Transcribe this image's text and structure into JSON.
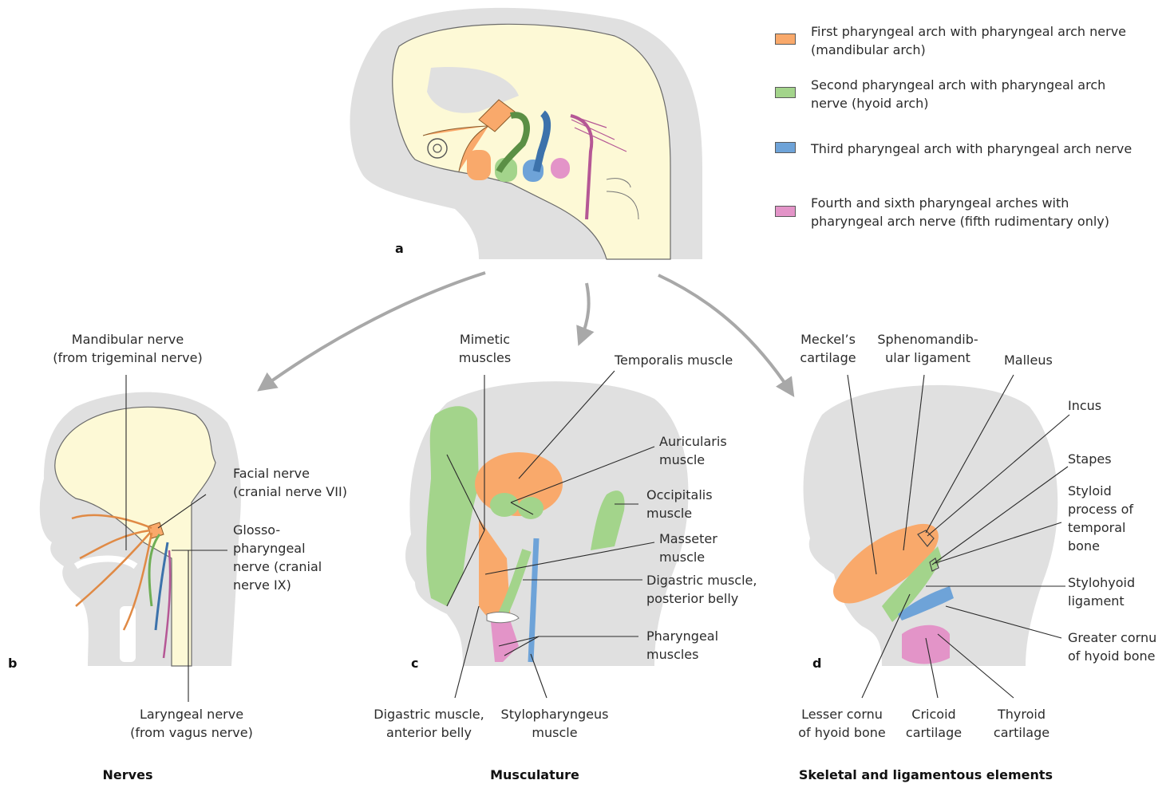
{
  "colors": {
    "first_arch": "#f9a96b",
    "second_arch": "#a3d48b",
    "third_arch": "#6ea3d8",
    "fourth_sixth_arch": "#e394c8",
    "brain": "#fdf9d6",
    "head": "#e0e0e0",
    "arrow": "#a8a8a8",
    "leader": "#2a2a2a"
  },
  "legend": [
    {
      "color": "#f9a96b",
      "text": "First pharyngeal arch with pharyngeal arch nerve\n(mandibular arch)"
    },
    {
      "color": "#a3d48b",
      "text": "Second pharyngeal arch with pharyngeal arch\nnerve (hyoid arch)"
    },
    {
      "color": "#6ea3d8",
      "text": "Third pharyngeal arch with pharyngeal arch nerve"
    },
    {
      "color": "#e394c8",
      "text": "Fourth and sixth pharyngeal arches with\npharyngeal arch nerve (fifth rudimentary only)"
    }
  ],
  "panels": {
    "a": "a",
    "b": "b",
    "c": "c",
    "d": "d"
  },
  "sections": {
    "nerves": "Nerves",
    "musculature": "Musculature",
    "skeletal": "Skeletal and ligamentous elements"
  },
  "labels_b": {
    "mandibular": "Mandibular nerve\n(from trigeminal nerve)",
    "facial": "Facial nerve\n(cranial nerve VII)",
    "glosso": "Glosso-\npharyngeal\nnerve (cranial\nnerve IX)",
    "laryngeal": "Laryngeal nerve\n(from vagus nerve)"
  },
  "labels_c": {
    "mimetic": "Mimetic\nmuscles",
    "temporalis": "Temporalis muscle",
    "auricularis": "Auricularis\nmuscle",
    "occipitalis": "Occipitalis\nmuscle",
    "masseter": "Masseter\nmuscle",
    "digastric_post": "Digastric muscle,\nposterior belly",
    "pharyngeal": "Pharyngeal\nmuscles",
    "digastric_ant": "Digastric muscle,\nanterior belly",
    "stylopharyngeus": "Stylopharyngeus\nmuscle"
  },
  "labels_d": {
    "meckel": "Meckel’s\ncartilage",
    "spheno": "Sphenomandib-\nular ligament",
    "malleus": "Malleus",
    "incus": "Incus",
    "stapes": "Stapes",
    "styloid": "Styloid\nprocess of\ntemporal\nbone",
    "stylohyoid": "Stylohyoid\nligament",
    "greater_cornu": "Greater cornu\nof hyoid bone",
    "lesser_cornu": "Lesser cornu\nof hyoid bone",
    "cricoid": "Cricoid\ncartilage",
    "thyroid": "Thyroid\ncartilage"
  }
}
